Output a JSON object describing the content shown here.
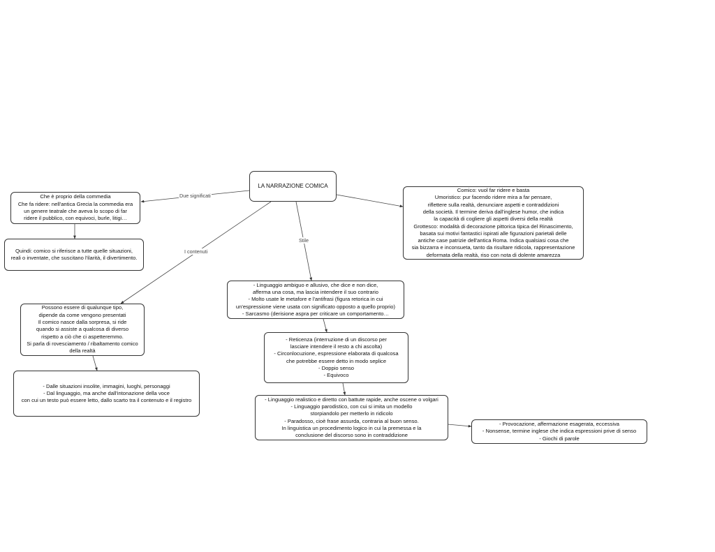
{
  "root": {
    "label": "LA NARRAZIONE COMICA"
  },
  "edge_labels": {
    "due_significati": "Due significati",
    "i_contenuti": "I contenuti",
    "stile": "Stile"
  },
  "nodes": {
    "commedia": [
      "Che è proprio della commedia",
      "Che fa ridere: nell'antica Grecia la commedia era",
      "un genere teatrale che aveva lo scopo di far",
      "ridere il pubblico, con equivoci, burle, litigi…"
    ],
    "quindi": [
      "Quindi: comico si riferisce a tutte quelle situazioni,",
      "reali o inventate, che suscitano l'ilarità, il divertimento."
    ],
    "comico_umoristico": [
      "Comico: vuol far ridere e basta",
      "Umoristico: pur facendo ridere mira a far pensare,",
      "riflettere sulla realtà, denunciare aspetti e contraddizioni",
      "della società. Il termine deriva dall'inglese humor, che indica",
      "la capacità di cogliere gli aspetti diversi della realtà",
      "Grottesco: modalità di decorazione pittorica tipica del Rinascimento,",
      "basata sui motivi fantastici ispirati alle figurazioni parietali delle",
      "antiche case patrizie dell'antica Roma. Indica qualsiasi cosa che",
      "sia bizzarra e inconsueta, tanto da risultare ridicola, rappresentazione",
      "deformata della realtà, riso con nota di dolente amarezza"
    ],
    "contenuti": [
      "Possono essere di qualunque tipo,",
      "dipende da come vengono presentati",
      "Il comico nasce dalla sorpresa, si ride",
      "quando si assiste a qualcosa di diverso",
      "rispetto a ciò che ci aspetteremmo.",
      "Si parla di rovesciamento / ribaltamento comico",
      "della realtà"
    ],
    "situazioni": [
      "-   Dalle situazioni insolite, immagini, luoghi, personaggi",
      "-   Dal linguaggio, ma anche dall'intonazione della voce",
      "con cui un testo può essere letto, dallo scarto tra il contenuto e il registro"
    ],
    "stile1": [
      "-   Linguaggio ambiguo e allusivo, che dice e non dice,",
      "afferma una cosa, ma lascia intendere il suo contrario",
      "-   Molto usate le metafore e l'antifrasi (figura retorica in cui",
      "un'espressione viene usata con significato opposto a quello proprio)",
      "-   Sarcasmo (derisione aspra per criticare un comportamento…"
    ],
    "stile2": [
      "-   Reticenza (interruzione di un discorso per",
      "lasciare intendere il resto a chi ascolta)",
      "-   Circonlocuzione, espressione elaborata di qualcosa",
      "che potrebbe essere detto in modo seplice",
      "-   Doppio senso",
      "-   Equivoco"
    ],
    "stile3": [
      "-   Linguaggio realistico e diretto con battute rapide, anche oscene o volgari",
      "-   Linguaggio parodistico, con cui si imita un modello",
      "storpiandolo per metterlo in ridicolo",
      "-   Paradosso, cioè frase assurda, contraria al buon senso.",
      "In linguistica un procedimento logico in cui la premessa e la",
      "conclusione del discorso sono in contraddizione"
    ],
    "provocazione": [
      "-   Provocazione, affermazione esagerata, eccessiva",
      "-   Nonsense, termine inglese che indica espressioni prive di senso",
      "-   Giochi di parole"
    ]
  }
}
